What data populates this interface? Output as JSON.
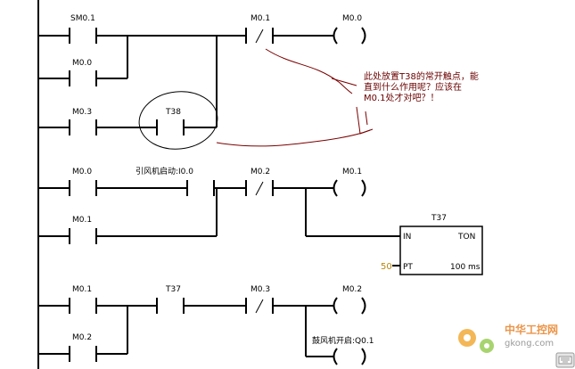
{
  "rungs": [
    {
      "contacts": [
        {
          "label": "SM0.1",
          "type": "NO"
        },
        {
          "label": "M0.0",
          "type": "NO"
        },
        {
          "label": "M0.3",
          "type": "NO"
        },
        {
          "label": "T38",
          "type": "NO"
        },
        {
          "label": "M0.1",
          "type": "NC"
        }
      ],
      "coils": [
        {
          "label": "M0.0"
        }
      ]
    },
    {
      "contacts": [
        {
          "label": "M0.0",
          "type": "NO"
        },
        {
          "label": "引风机启动:I0.0",
          "type": "NO"
        },
        {
          "label": "M0.1",
          "type": "NO"
        },
        {
          "label": "M0.2",
          "type": "NC"
        }
      ],
      "coils": [
        {
          "label": "M0.1"
        }
      ],
      "timer_block": {
        "name": "T37",
        "in": "IN",
        "ton": "TON",
        "pt": "PT",
        "preset": "50",
        "unit": "100 ms"
      }
    },
    {
      "contacts": [
        {
          "label": "M0.1",
          "type": "NO"
        },
        {
          "label": "T37",
          "type": "NO"
        },
        {
          "label": "M0.2",
          "type": "NO"
        },
        {
          "label": "M0.3",
          "type": "NC"
        }
      ],
      "coils": [
        {
          "label": "M0.2"
        },
        {
          "label": "鼓风机开启:Q0.1"
        }
      ]
    }
  ],
  "annotation": {
    "lines": [
      "此处放置T38的常开触点，能",
      "直到什么作用呢？应该在",
      "M0.1处才对吧？！"
    ],
    "color": "#6b0000"
  },
  "watermark": {
    "text_cn": "中华工控网",
    "text_url": "gkong.com",
    "icon": "gear-icon"
  },
  "corner_icon": "keyboard-icon"
}
